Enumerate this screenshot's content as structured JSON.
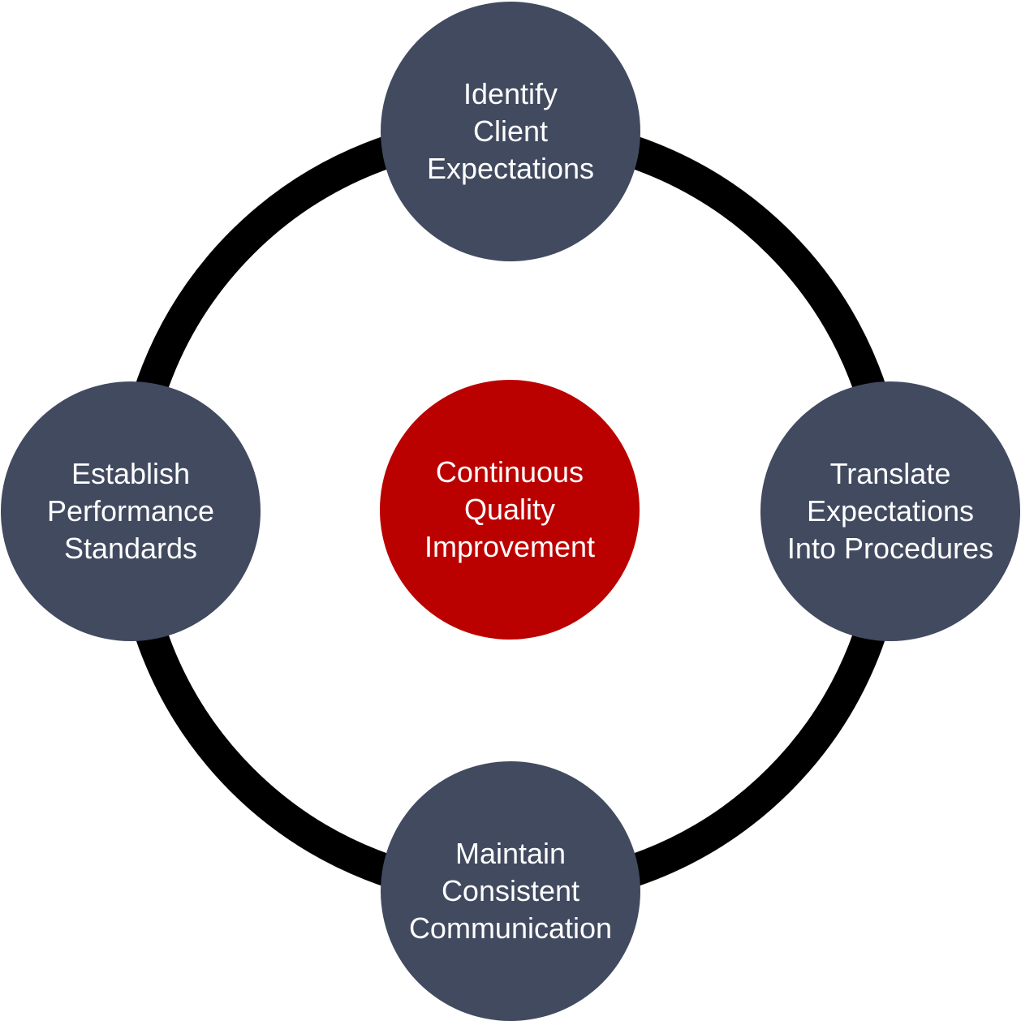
{
  "colors": {
    "ring": "#000000",
    "node": "#414a5f",
    "center": "#bb0000",
    "text": "#ffffff"
  },
  "nodes": {
    "top": {
      "lines": [
        "Identify",
        "Client",
        "Expectations"
      ]
    },
    "right": {
      "lines": [
        "Translate",
        "Expectations",
        "Into Procedures"
      ]
    },
    "bottom": {
      "lines": [
        "Maintain",
        "Consistent",
        "Communication"
      ]
    },
    "left": {
      "lines": [
        "Establish",
        "Performance",
        "Standards"
      ]
    },
    "center": {
      "lines": [
        "Continuous",
        "Quality",
        "Improvement"
      ]
    }
  }
}
